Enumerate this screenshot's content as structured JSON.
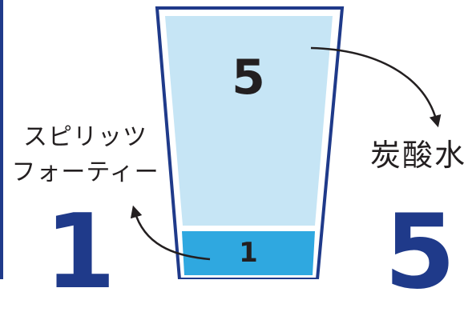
{
  "colors": {
    "accent_blue": "#1f3a8a",
    "glass_outline": "#1f3a8a",
    "soda_fill": "#c6e5f5",
    "spirits_fill": "#2fa8e0",
    "text": "#231f20"
  },
  "diagram": {
    "ingredients": [
      {
        "label": "スピリッツ\nフォーティー",
        "ratio": "1",
        "segment_value": "1"
      },
      {
        "label": "炭酸水",
        "ratio": "5",
        "segment_value": "5"
      }
    ]
  }
}
